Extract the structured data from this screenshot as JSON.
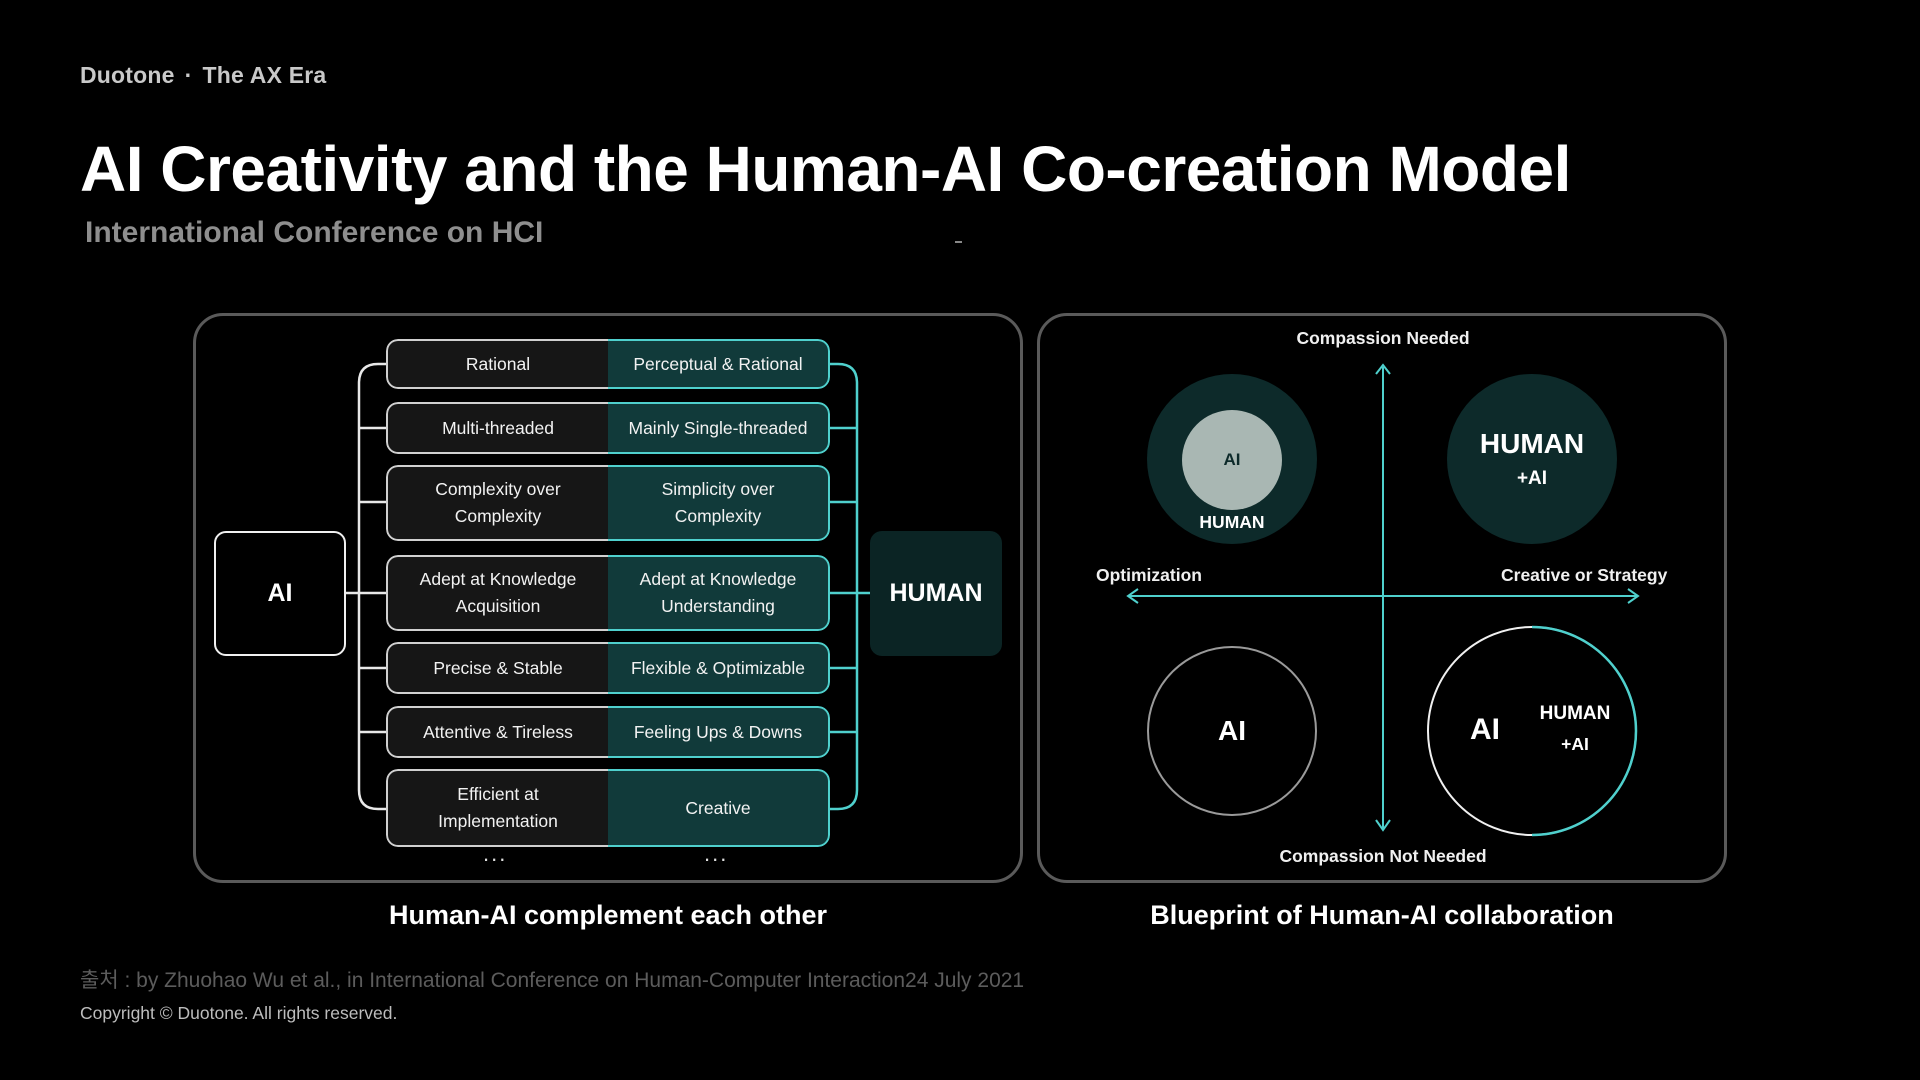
{
  "header": {
    "brand": "Duotone",
    "separator": "·",
    "section": "The AX Era"
  },
  "title": "AI Creativity and the Human-AI Co-creation Model",
  "subtitle": "International Conference on HCI",
  "left_diagram": {
    "ai_label": "AI",
    "human_label": "HUMAN",
    "rows": [
      {
        "ai": "Rational",
        "human": "Perceptual & Rational"
      },
      {
        "ai": "Multi-threaded",
        "human": "Mainly Single-threaded"
      },
      {
        "ai": "Complexity over Complexity",
        "human": "Simplicity over Complexity"
      },
      {
        "ai": "Adept at Knowledge Acquisition",
        "human": "Adept at Knowledge Understanding"
      },
      {
        "ai": "Precise & Stable",
        "human": "Flexible & Optimizable"
      },
      {
        "ai": "Attentive & Tireless",
        "human": "Feeling Ups & Downs"
      },
      {
        "ai": "Efficient at Implementation",
        "human": "Creative"
      }
    ],
    "ellipsis": "...",
    "caption": "Human-AI complement each other"
  },
  "right_diagram": {
    "axis_top": "Compassion Needed",
    "axis_bottom": "Compassion Not Needed",
    "axis_left": "Optimization",
    "axis_right": "Creative or Strategy",
    "q_top_left": {
      "inner": "AI",
      "outer": "HUMAN"
    },
    "q_top_right": {
      "line1": "HUMAN",
      "line2": "+AI"
    },
    "q_bottom_left": {
      "label": "AI"
    },
    "q_bottom_right": {
      "main": "AI",
      "line1": "HUMAN",
      "line2": "+AI"
    },
    "caption": "Blueprint of Human-AI collaboration",
    "colors": {
      "teal": "#4fd0cd",
      "dark_teal": "#0d2a2a"
    }
  },
  "footer": {
    "source": "출처 : by Zhuohao Wu et al., in International Conference on Human-Computer Interaction24 July 2021",
    "copyright": "Copyright © Duotone. All rights reserved."
  }
}
